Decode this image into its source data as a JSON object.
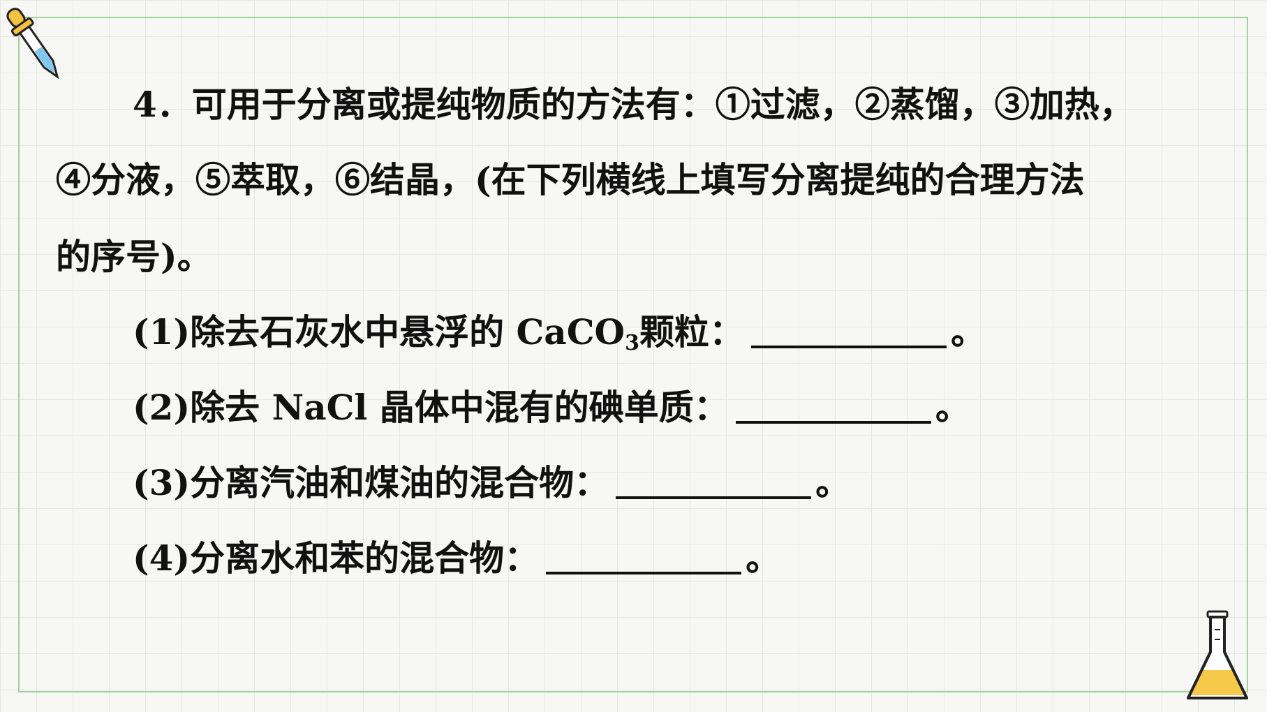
{
  "question": {
    "line1": "4．可用于分离或提纯物质的方法有：①过滤，②蒸馏，③加热，",
    "line2": "④分液，⑤萃取，⑥结晶，(在下列横线上填写分离提纯的合理方法",
    "line3": "的序号)。",
    "items": [
      {
        "prefix": "(1)除去石灰水中悬浮的 CaCO",
        "sub": "3",
        "suffix": "颗粒：",
        "end": "。"
      },
      {
        "prefix": "(2)除去 NaCl 晶体中混有的碘单质：",
        "end": "。"
      },
      {
        "prefix": "(3)分离汽油和煤油的混合物：",
        "end": "。"
      },
      {
        "prefix": "(4)分离水和苯的混合物：",
        "end": "。"
      }
    ]
  },
  "colors": {
    "frame": "#9fd39a",
    "grid": "#e6e6e3",
    "flask_liquid": "#f7c94a",
    "dropper_tip": "#7ec8f0"
  },
  "icons": [
    "dropper-icon",
    "flask-icon"
  ]
}
